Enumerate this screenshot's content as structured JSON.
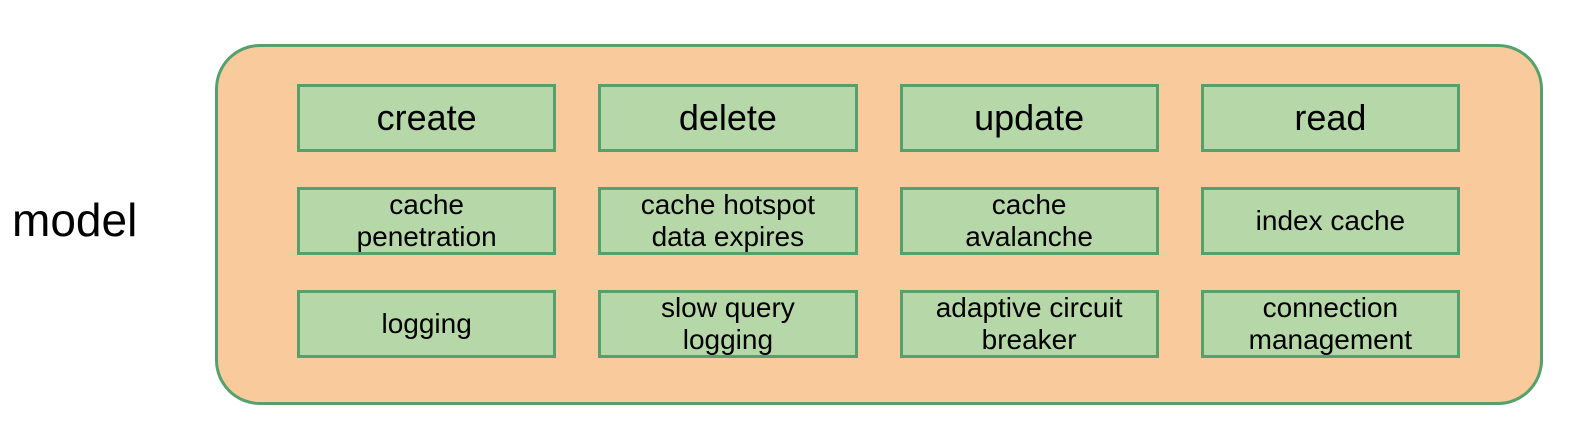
{
  "diagram": {
    "label": "model",
    "grid": {
      "rows": [
        {
          "cells": [
            "create",
            "delete",
            "update",
            "read"
          ]
        },
        {
          "cells": [
            "cache\npenetration",
            "cache hotspot\ndata expires",
            "cache\navalanche",
            "index cache"
          ]
        },
        {
          "cells": [
            "logging",
            "slow query\nlogging",
            "adaptive circuit\nbreaker",
            "connection\nmanagement"
          ]
        }
      ]
    }
  },
  "colors": {
    "container_fill": "#F9CB9C",
    "container_border": "#55A06C",
    "box_fill": "#B6D7A8",
    "box_border": "#55A06C",
    "text_color": "#000000",
    "page_bg": "#FFFFFF"
  }
}
